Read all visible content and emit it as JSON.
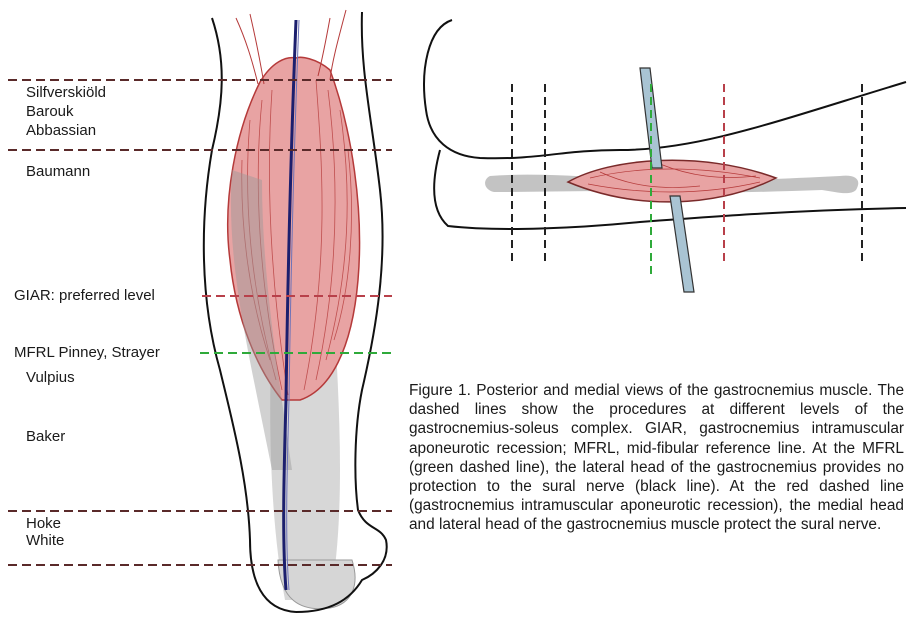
{
  "figure": {
    "level_labels": {
      "silfverskiold": "Silfverskiöld",
      "barouk": "Barouk",
      "abbassian": "Abbassian",
      "baumann": "Baumann",
      "giar": "GIAR: preferred level",
      "mfrl": "MFRL Pinney, Strayer",
      "vulpius": "Vulpius",
      "baker": "Baker",
      "hoke": "Hoke",
      "white": "White"
    },
    "caption": "Figure 1. Posterior and medial views of the gastrocnemius muscle. The dashed lines show the procedures at different levels of the gastrocnemius-soleus complex. GIAR, gastrocnemius intramuscular aponeurotic recession; MFRL, mid-fibular reference line. At the MFRL (green dashed line), the lateral head of the gastrocnemius provides no protection to the sural nerve (black line). At the red dashed line (gastrocnemius intramuscular aponeurotic recession), the medial head and lateral head of the gastrocnemius muscle protect the sural nerve.",
    "colors": {
      "muscle": "#e8a3a3",
      "muscle_line": "#b53a3a",
      "tendon": "#b9b9b9",
      "outline": "#111111",
      "nerve": "#1c1f6e",
      "red_dash": "#b8404a",
      "green_dash": "#2faa3a",
      "black_dash": "#222222",
      "instrument": "#a9c4d3"
    }
  }
}
